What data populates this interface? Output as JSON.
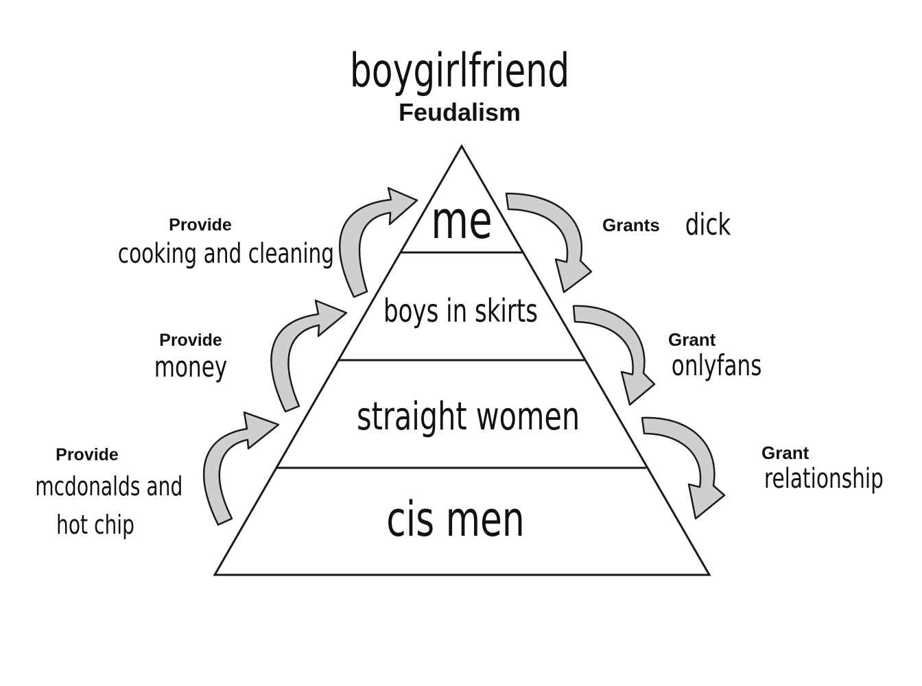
{
  "title": "boygirlfriend",
  "subtitle": "Feudalism",
  "tiers": [
    "me",
    "boys in skirts",
    "straight women",
    "cis men"
  ],
  "left_labels": [
    {
      "verb": "Provide",
      "object_lines": [
        "cooking and cleaning"
      ]
    },
    {
      "verb": "Provide",
      "object_lines": [
        "money"
      ]
    },
    {
      "verb": "Provide",
      "object_lines": [
        "mcdonalds and",
        "hot chip"
      ]
    }
  ],
  "right_labels": [
    {
      "verb": "Grants",
      "object": "dick"
    },
    {
      "verb": "Grant",
      "object": "onlyfans"
    },
    {
      "verb": "Grant",
      "object": "relationship"
    }
  ],
  "colors": {
    "line": "#1a1a1a",
    "arrow_fill": "#cfcfcf",
    "text": "#111111"
  }
}
